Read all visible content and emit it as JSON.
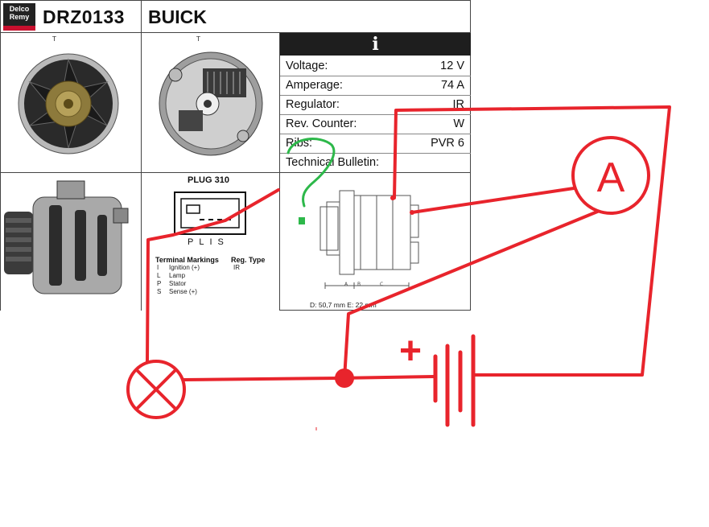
{
  "header": {
    "logo_line1": "Delco",
    "logo_line2": "Remy",
    "part_number": "DRZ0133",
    "make": "BUICK"
  },
  "specs": {
    "info_icon": "i",
    "rows": [
      {
        "label": "Voltage:",
        "value": "12 V"
      },
      {
        "label": "Amperage:",
        "value": "74 A"
      },
      {
        "label": "Regulator:",
        "value": "IR"
      },
      {
        "label": "Rev. Counter:",
        "value": "W"
      },
      {
        "label": "Ribs:",
        "value": "PVR 6"
      },
      {
        "label": "Technical Bulletin:",
        "value": ""
      }
    ]
  },
  "plug": {
    "title": "PLUG 310",
    "pins": "PLIS",
    "terminal_markings_label": "Terminal Markings",
    "reg_type_label": "Reg. Type",
    "reg_type_value": "IR",
    "terminals": [
      {
        "code": "I",
        "desc": "Ignition (+)"
      },
      {
        "code": "L",
        "desc": "Lamp"
      },
      {
        "code": "P",
        "desc": "Stator"
      },
      {
        "code": "S",
        "desc": "Sense (+)"
      }
    ]
  },
  "drawing": {
    "dims_text": "D: 50,7 mm     E: 22 mm",
    "dim_letters": [
      "A",
      "B",
      "C"
    ]
  },
  "wiring": {
    "meter_label": "A",
    "battery_plus": "+",
    "colors": {
      "wire": "#e8242c",
      "sketch": "#2db84a"
    },
    "icons": [
      "lamp-icon",
      "ammeter-icon",
      "battery-icon"
    ]
  }
}
